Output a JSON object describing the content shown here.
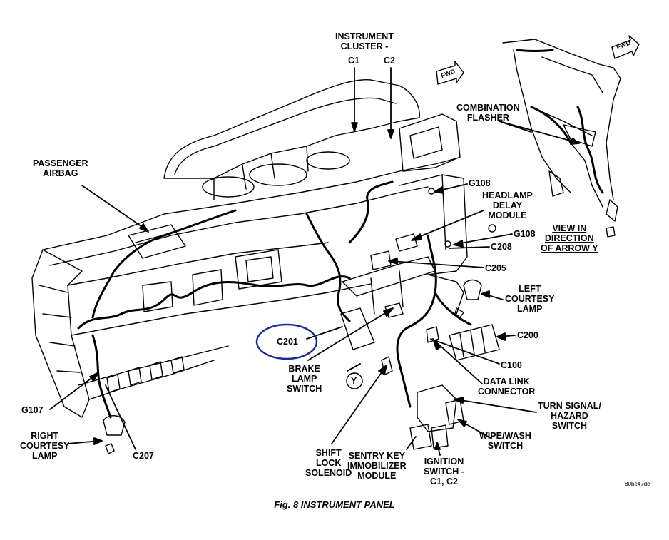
{
  "labels": {
    "instrument_cluster": [
      "INSTRUMENT",
      "CLUSTER -"
    ],
    "c1": "C1",
    "c2": "C2",
    "passenger_airbag": [
      "PASSENGER",
      "AIRBAG"
    ],
    "combination_flasher": [
      "COMBINATION",
      "FLASHER"
    ],
    "g108_top": "G108",
    "headlamp_delay_module": [
      "HEADLAMP",
      "DELAY",
      "MODULE"
    ],
    "g108_mid": "G108",
    "c208": "C208",
    "view_in_direction": [
      "VIEW IN",
      "DIRECTION",
      "OF ARROW Y"
    ],
    "c205": "C205",
    "left_courtesy_lamp": [
      "LEFT",
      "COURTESY",
      "LAMP"
    ],
    "c200": "C200",
    "c201": "C201",
    "c100": "C100",
    "data_link_connector": [
      "DATA LINK",
      "CONNECTOR"
    ],
    "brake_lamp_switch": [
      "BRAKE",
      "LAMP",
      "SWITCH"
    ],
    "y_marker": "Y",
    "turn_signal_hazard_switch": [
      "TURN SIGNAL/",
      "HAZARD",
      "SWITCH"
    ],
    "g107": "G107",
    "wipe_wash_switch": [
      "WIPE/WASH",
      "SWITCH"
    ],
    "right_courtesy_lamp": [
      "RIGHT",
      "COURTESY",
      "LAMP"
    ],
    "c207": "C207",
    "shift_lock_solenoid": [
      "SHIFT",
      "LOCK",
      "SOLENOID"
    ],
    "sentry_key_immobilizer_module": [
      "SENTRY KEY",
      "IMMOBILIZER",
      "MODULE"
    ],
    "ignition_switch": [
      "IGNITION",
      "SWITCH -",
      "C1, C2"
    ]
  },
  "fwd_arrows": [
    "FWD",
    "FWD"
  ],
  "figure_code": "80be47dc",
  "caption": "Fig. 8 INSTRUMENT PANEL",
  "colors": {
    "ink": "#000000",
    "highlight_circle": "#1a2a9c",
    "paper": "#ffffff"
  }
}
